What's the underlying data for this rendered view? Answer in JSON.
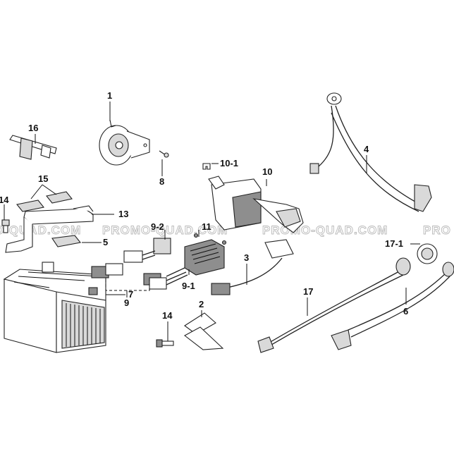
{
  "watermark": {
    "segments": [
      "O-QUAD.COM",
      "PROMO-QUAD.COM",
      "PROMO-QUAD.COM",
      "PRO"
    ]
  },
  "callouts": {
    "c1": "1",
    "c16": "16",
    "c15": "15",
    "c14a": "14",
    "c13": "13",
    "c5": "5",
    "c8": "8",
    "c10_1": "10-1",
    "c10": "10",
    "c4": "4",
    "c9_2": "9-2",
    "c11": "11",
    "c9_1": "9-1",
    "c9": "9",
    "c3": "3",
    "c7": "7",
    "c14b": "14",
    "c2": "2",
    "c17": "17",
    "c17_1": "17-1",
    "c6": "6"
  }
}
